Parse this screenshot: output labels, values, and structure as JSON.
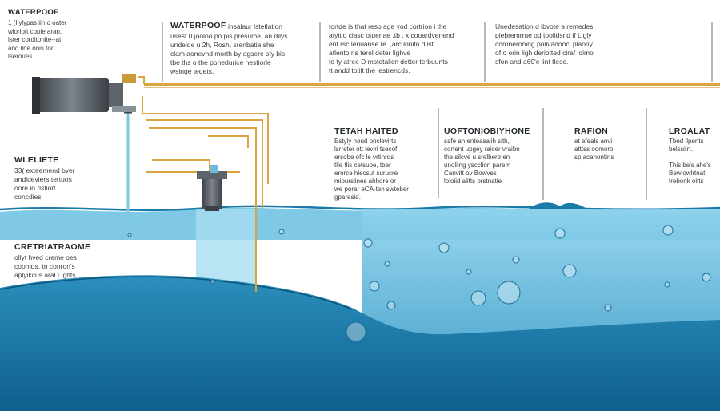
{
  "top_left": {
    "title": "WATERPOOF",
    "text": "1 (Ilylypas iin o oater\nwioriott copie aran,\nlster corditonite--at\nand line onis tor\nlseroues."
  },
  "panel1": {
    "title": "WATERPOOF",
    "text_a": "insalaur lstetlation",
    "text_b": "usest 0 jooloo po pis presume, an dilys\nundeide u 2h, Rosh, srenbatia she\nclam aonevnd morth by agsere sty bis\ntbe ths o the ponedurice nestiorle\nwsinge tedets."
  },
  "panel2": {
    "text": "tortde is that reso age yod cortrion i the\natyitio ciasc otuenae ,tb , x cooardvenend\nent rsc leriuanse te. ,arc lonifo diist\natlento ris terol deter lighve\nto ty atree D mstotalicn detter terbuunts\ntt andd totilt the lestrencds."
  },
  "panel3": {
    "text": "Unedesation d ibvote a remedes\npiebremrrue od tooiidsnd if Ligly\ncoronerooing polivadoocl plaoriy\nof o orin ligh deriotted ciraf ioimo\nsfon and a60'e lint tlese."
  },
  "left_mid": {
    "title": "WLELIETE",
    "text": "33( exteemend bver\nandideviers tertuos\noore lo rlstiort\nconcdies"
  },
  "left_low": {
    "title": "CRETRIATRAOME",
    "text": "ollyt hved creme oes\ncoomds. tn conron's\naplyikcus aral Lights"
  },
  "col1": {
    "title": "TETAH HAITED",
    "text": "Estyly noud onclevirts\nlsrreter ott leviri tsecof\nersobe ofc le vrtinrds\ntlie tlis cetsuoe, tber\nerorce hiecsut surucre\nmiourslines ahhore or\nwe porar eCA-ten swteber\ngparesid."
  },
  "col2": {
    "title": "UOFTONIOBIYHONE",
    "text": "safe an enteasaiih sith,\ncortent upgey raicer vraibn\nthe silcve u srelbertrien\nunoliing yscclion parem\nCanvitt ov Bowves\nloloiid alitts orstnatie"
  },
  "col3": {
    "title": "RAFION",
    "text": "at afeals anvi\natttss oomoro\nsp acanontins"
  },
  "col4": {
    "title": "LROALAT",
    "text": "Tbed ilpents\nbelsuiirt.\n\nThis be's ahe's\nBewiowlrtnat\ntrebonk oitts"
  },
  "colors": {
    "water_deep": "#1a7aa8",
    "water_surface": "#5bb7d8",
    "pipe_orange": "#d9a441",
    "pipe_blue": "#7cc6e6",
    "pump_gray": "#4e5359"
  }
}
